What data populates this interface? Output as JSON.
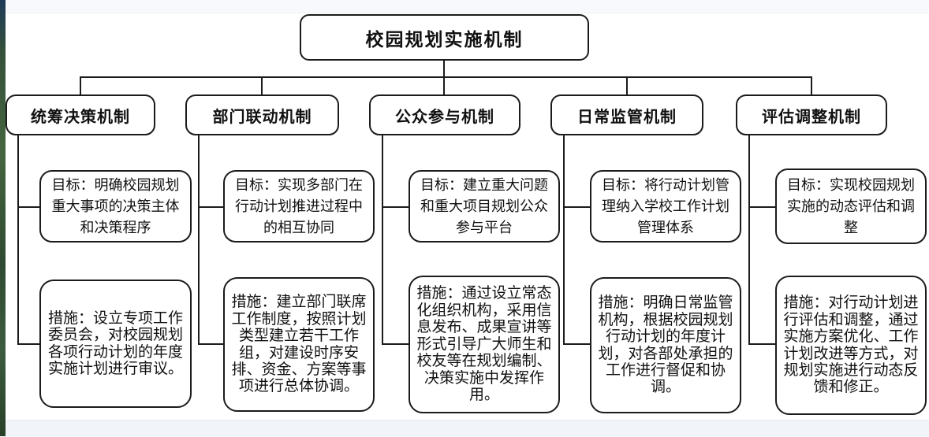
{
  "diagram": {
    "root": "校园规划实施机制",
    "branches": [
      {
        "title": "统筹决策机制",
        "goal": "目标：明确校园规划重大事项的决策主体和决策程序",
        "measure": "措施：设立专项工作委员会，对校园规划各项行动计划的年度实施计划进行审议。"
      },
      {
        "title": "部门联动机制",
        "goal": "目标：实现多部门在行动计划推进过程中的相互协同",
        "measure": "措施：建立部门联席工作制度，按照计划类型建立若干工作组，对建设时序安排、资金、方案等事项进行总体协调。"
      },
      {
        "title": "公众参与机制",
        "goal": "目标：建立重大问题和重大项目规划公众参与平台",
        "measure": "措施：通过设立常态化组织机构，采用信息发布、成果宣讲等形式引导广大师生和校友等在规划编制、决策实施中发挥作用。"
      },
      {
        "title": "日常监管机制",
        "goal": "目标：将行动计划管理纳入学校工作计划管理体系",
        "measure": "措施：明确日常监管机构，根据校园规划行动计划的年度计划，对各部处承担的工作进行督促和协调。"
      },
      {
        "title": "评估调整机制",
        "goal": "目标：实现校园规划实施的动态评估和调整",
        "measure": "措施：对行动计划进行评估和调整，通过实施方案优化、工作计划改进等方式，对规划实施进行动态反馈和修正。"
      }
    ],
    "colors": {
      "line": "#1b1b1b",
      "box_fill": "#ffffff",
      "text": "#111111",
      "top_strip": "#f7f9fc",
      "bottom_strip": "#f1f4f8",
      "left_strip_green": "#3c5c40"
    }
  }
}
